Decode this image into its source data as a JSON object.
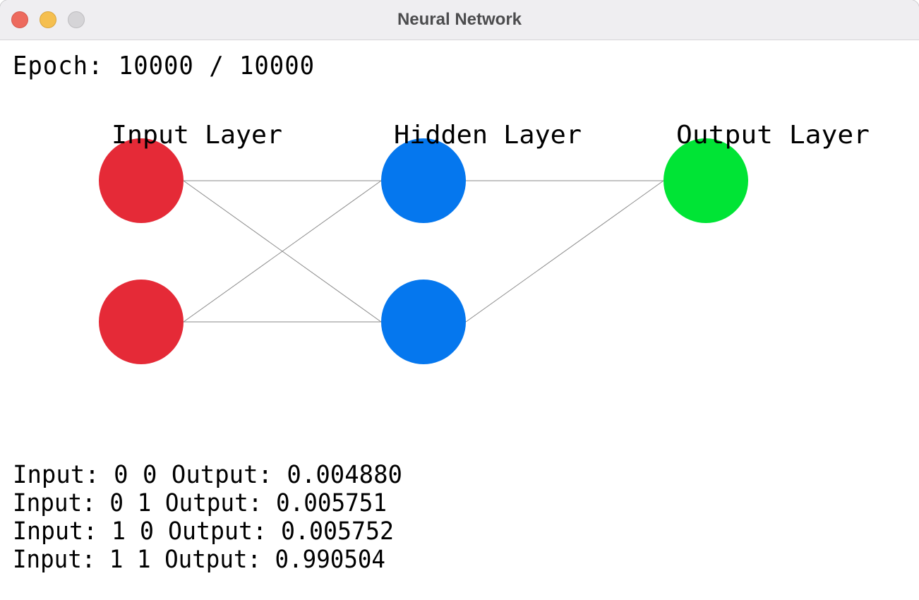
{
  "window": {
    "title": "Neural Network"
  },
  "epoch_label": "Epoch: 10000 / 10000",
  "layers": [
    {
      "label": "Input Layer",
      "color": "#e52a37",
      "neurons": 2
    },
    {
      "label": "Hidden Layer",
      "color": "#0577ee",
      "neurons": 2
    },
    {
      "label": "Output Layer",
      "color": "#00e435",
      "neurons": 1
    }
  ],
  "connection_color": "#8a8a8a",
  "results": [
    "Input: 0 0 Output: 0.004880",
    "Input: 0 1 Output: 0.005751",
    "Input: 1 0 Output: 0.005752",
    "Input: 1 1 Output: 0.990504"
  ]
}
